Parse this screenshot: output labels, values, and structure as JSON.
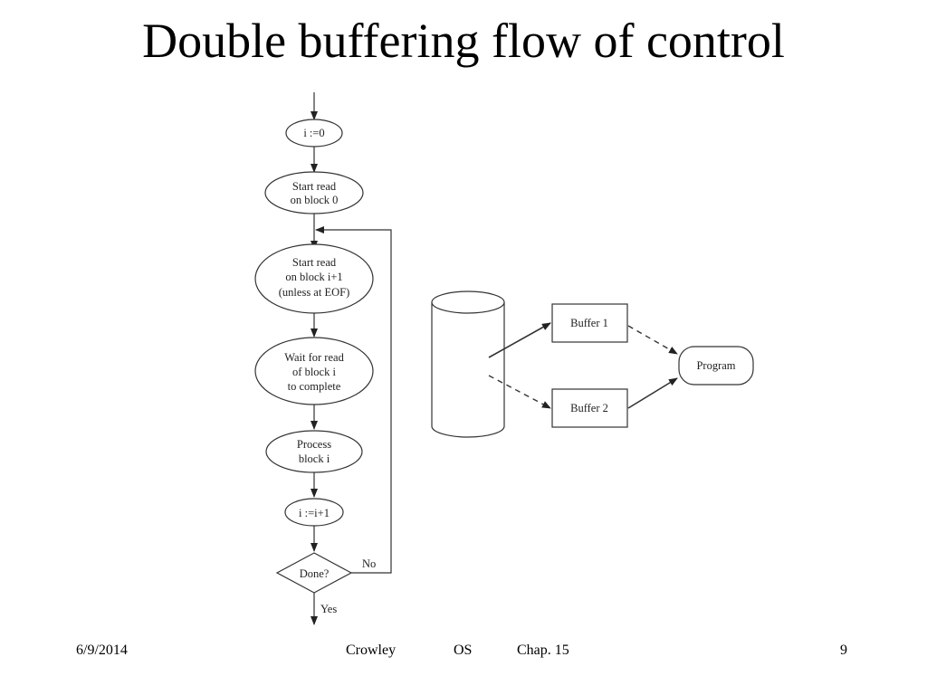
{
  "slide": {
    "title": "Double buffering flow of control"
  },
  "flowchart": {
    "init": "i :=0",
    "start_read_block0": [
      "Start read",
      "on block 0"
    ],
    "start_read_next": [
      "Start read",
      "on block i+1",
      "(unless at EOF)"
    ],
    "wait_read": [
      "Wait for read",
      "of block i",
      "to complete"
    ],
    "process_block": [
      "Process",
      "block i"
    ],
    "increment": "i :=i+1",
    "decision": "Done?",
    "no_label": "No",
    "yes_label": "Yes"
  },
  "buffer_diagram": {
    "buffer1": "Buffer 1",
    "buffer2": "Buffer 2",
    "program": "Program"
  },
  "footer": {
    "date": "6/9/2014",
    "author": "Crowley",
    "course": "OS",
    "chapter": "Chap. 15",
    "page": "9"
  }
}
